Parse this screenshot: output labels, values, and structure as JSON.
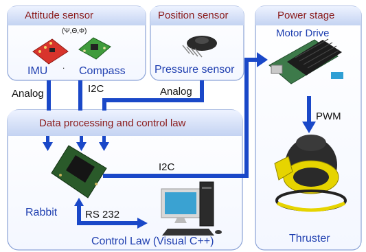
{
  "attitude": {
    "title": "Attitude  sensor",
    "angles": "(Ψ,Θ,Φ)",
    "imu": "IMU",
    "dot": ".",
    "compass": "Compass"
  },
  "position": {
    "title": "Position sensor",
    "pressure": "Pressure sensor"
  },
  "power": {
    "title": "Power stage",
    "motor": "Motor Drive",
    "pwm": "PWM",
    "thruster": "Thruster"
  },
  "processing": {
    "title": "Data processing  and control law",
    "rabbit": "Rabbit",
    "rs232": "RS  232",
    "control": "Control Law (Visual C++)"
  },
  "links": {
    "analog_left": "Analog",
    "i2c_top": "I2C",
    "analog_mid": "Analog",
    "i2c_mid": "I2C"
  },
  "colors": {
    "header_text": "#8a1a1a",
    "label_blue": "#1f3fb0",
    "arrow": "#1a48c8",
    "box_border": "#8aa2d6"
  }
}
